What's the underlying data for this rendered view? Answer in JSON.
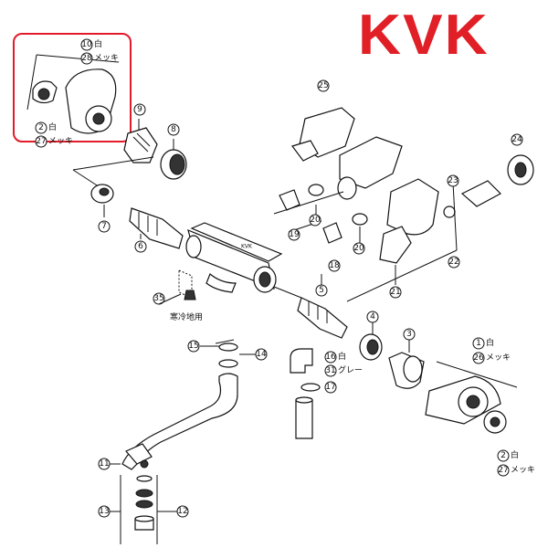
{
  "brand": {
    "logo_text": "KVK",
    "logo_color": "#e01f26"
  },
  "callouts": [
    {
      "n": "1"
    },
    {
      "n": "2"
    },
    {
      "n": "3"
    },
    {
      "n": "4"
    },
    {
      "n": "5"
    },
    {
      "n": "6"
    },
    {
      "n": "7"
    },
    {
      "n": "8"
    },
    {
      "n": "9"
    },
    {
      "n": "10"
    },
    {
      "n": "11"
    },
    {
      "n": "12"
    },
    {
      "n": "13"
    },
    {
      "n": "14"
    },
    {
      "n": "15"
    },
    {
      "n": "16"
    },
    {
      "n": "17"
    },
    {
      "n": "18"
    },
    {
      "n": "19"
    },
    {
      "n": "20"
    },
    {
      "n": "21"
    },
    {
      "n": "22"
    },
    {
      "n": "23"
    },
    {
      "n": "24"
    },
    {
      "n": "25"
    },
    {
      "n": "26"
    },
    {
      "n": "27"
    },
    {
      "n": "28"
    },
    {
      "n": "31"
    },
    {
      "n": "35"
    }
  ],
  "labels": {
    "white": "白",
    "plated": "メッキ",
    "gray": "グレー",
    "cold_region": "寒冷地用"
  },
  "highlight_color": "#e21b2a"
}
